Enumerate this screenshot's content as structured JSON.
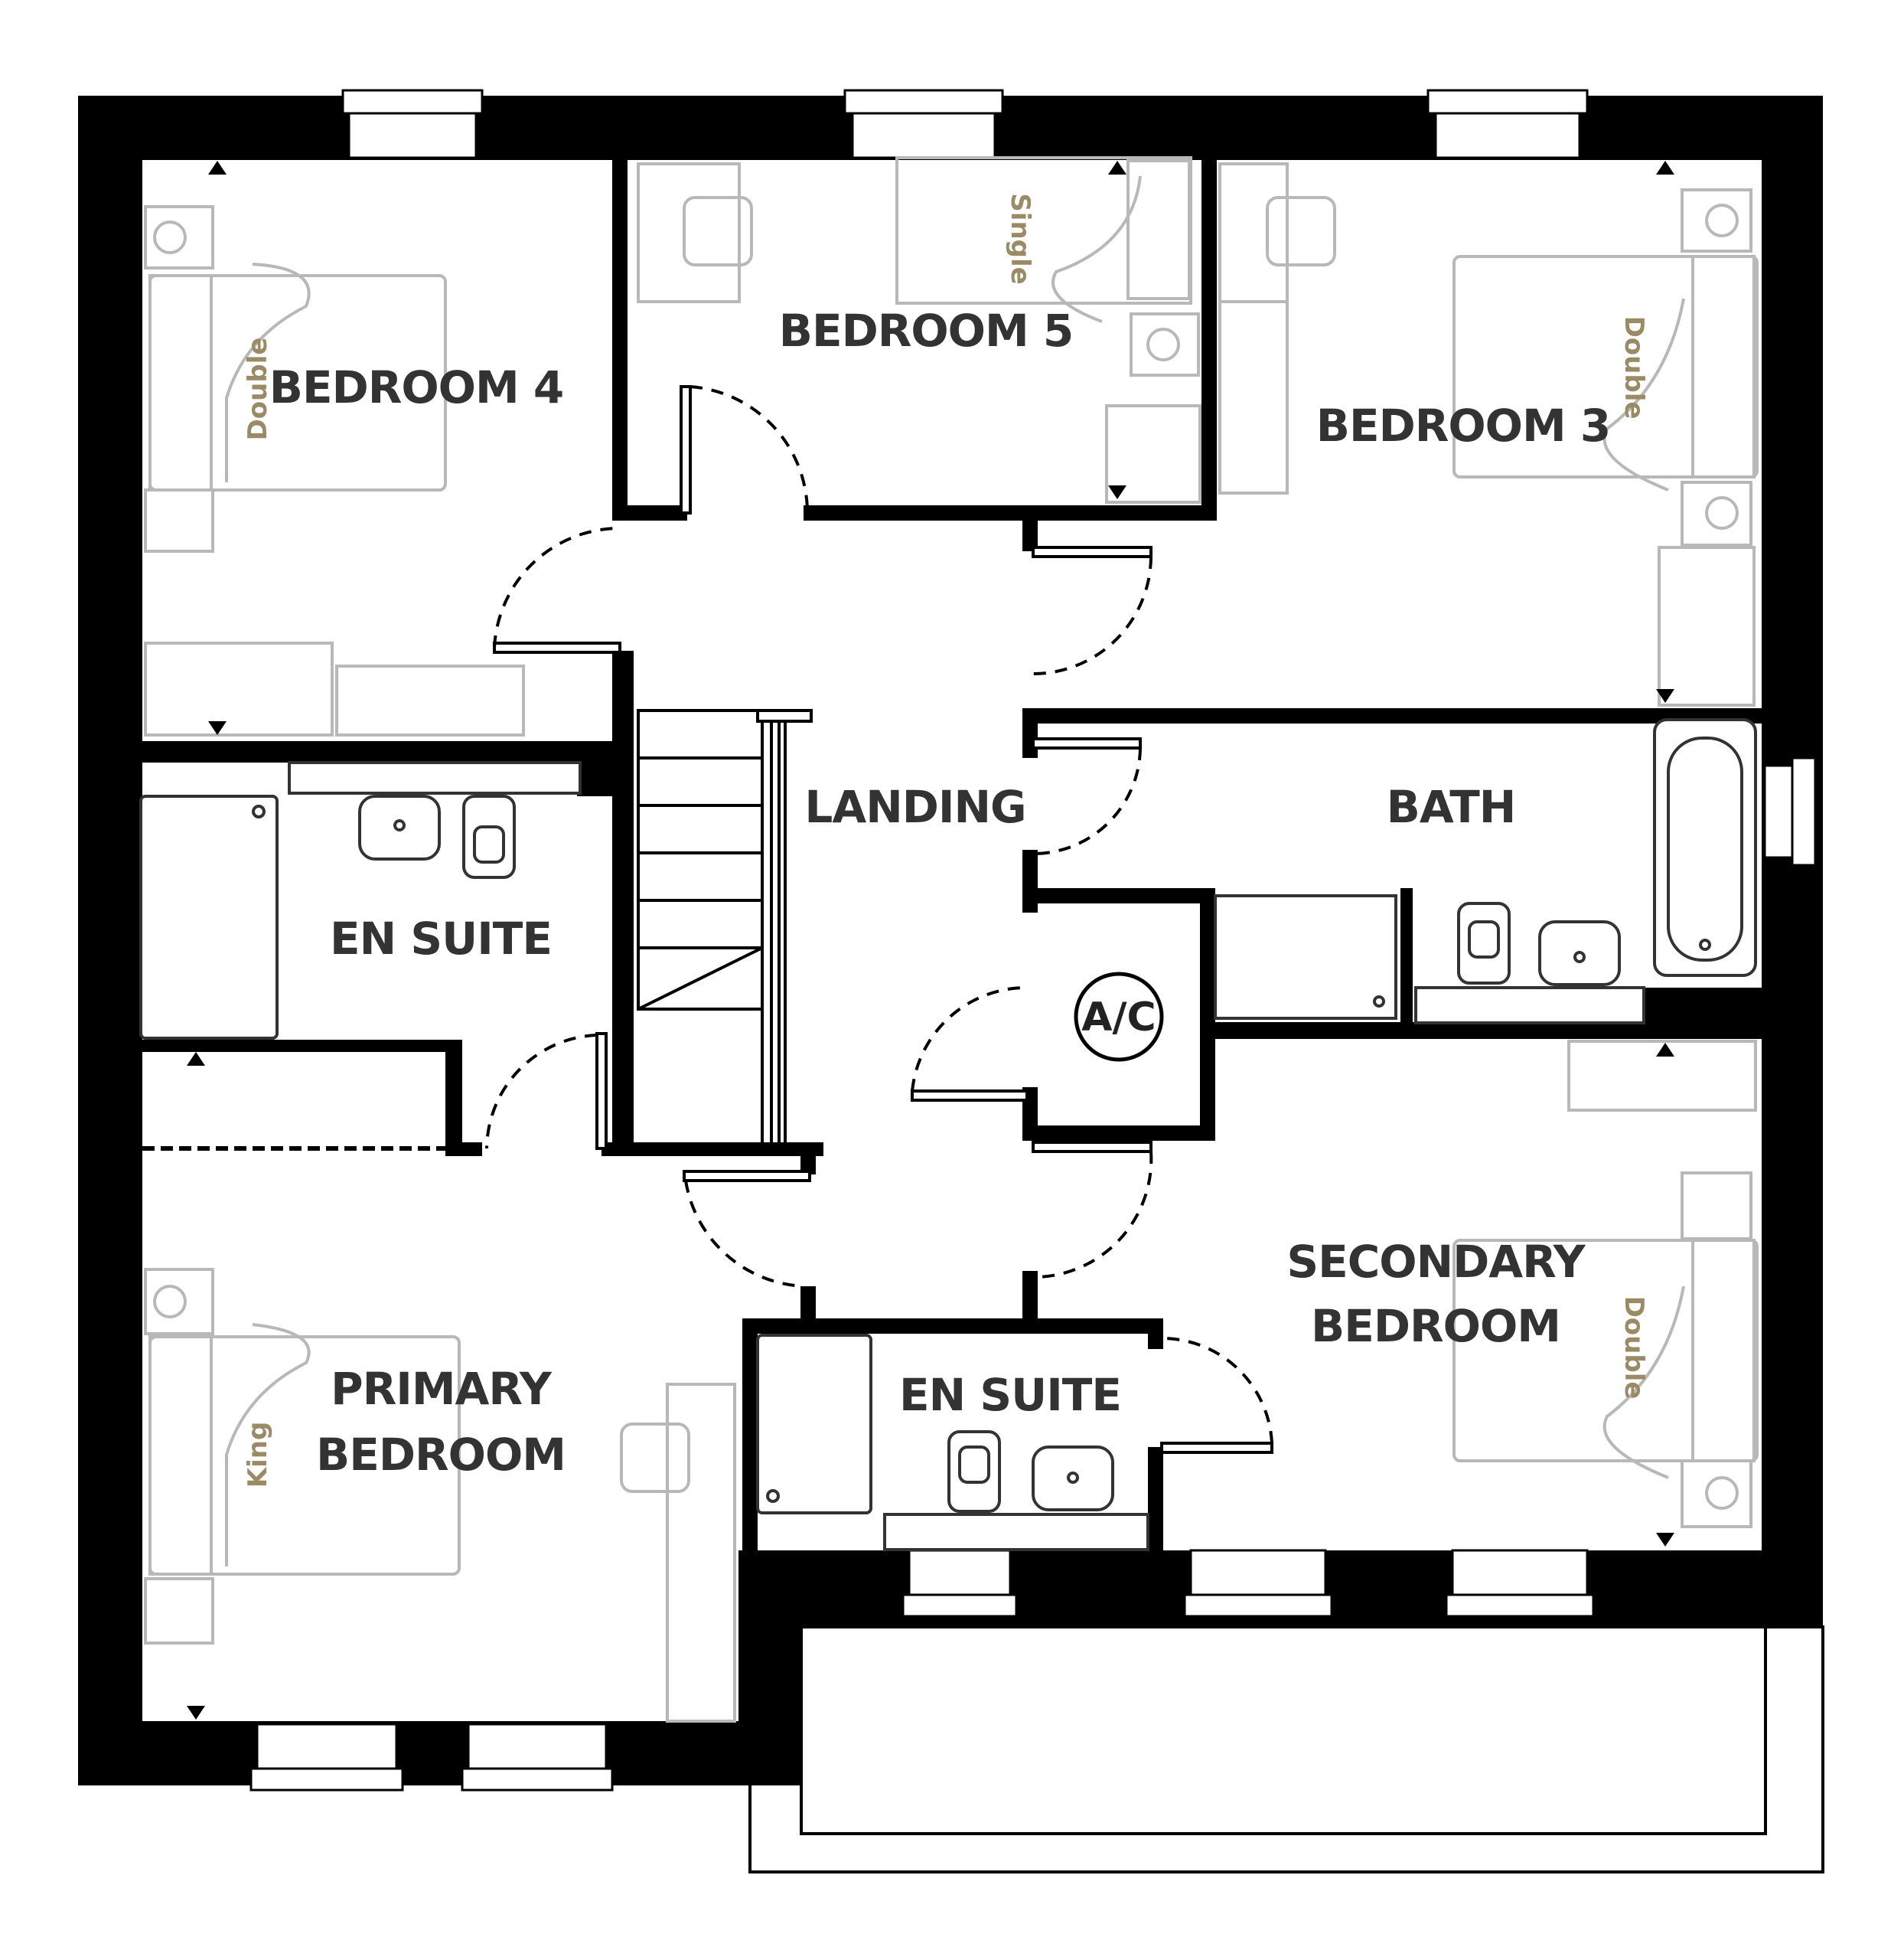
{
  "rooms": {
    "bedroom4": "BEDROOM 4",
    "bedroom5": "BEDROOM 5",
    "bedroom3": "BEDROOM 3",
    "landing": "LANDING",
    "bath": "BATH",
    "ensuite_upper": "EN SUITE",
    "ensuite_lower": "EN SUITE",
    "primary_line1": "PRIMARY",
    "primary_line2": "BEDROOM",
    "secondary_line1": "SECONDARY",
    "secondary_line2": "BEDROOM",
    "airing_cupboard": "A/C"
  },
  "beds": {
    "bedroom4": "Double",
    "bedroom5": "Single",
    "bedroom3": "Double",
    "primary": "King",
    "secondary": "Double"
  },
  "colors": {
    "wall": "#000000",
    "label": "#333333",
    "bed_label": "#9a8a66",
    "furniture": "#b8b8b8"
  }
}
